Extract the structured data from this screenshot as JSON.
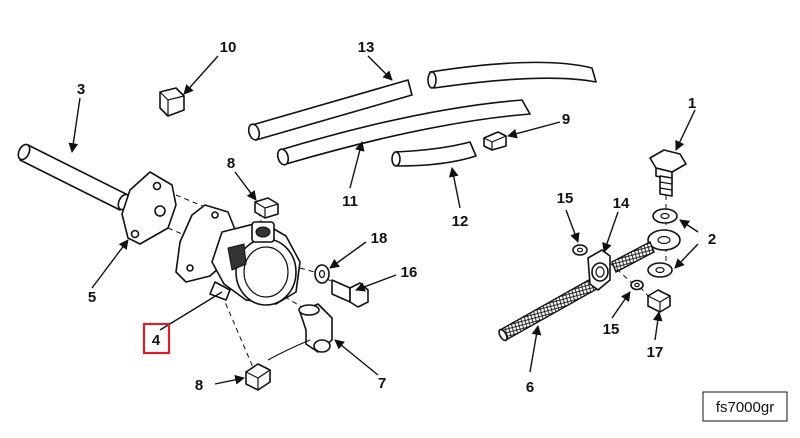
{
  "diagram": {
    "reference_code": "fs7000gr",
    "highlighted_callout": "4",
    "callouts": {
      "c1": "1",
      "c2": "2",
      "c3": "3",
      "c4": "4",
      "c5": "5",
      "c6": "6",
      "c7": "7",
      "c8a": "8",
      "c8b": "8",
      "c9": "9",
      "c10": "10",
      "c11": "11",
      "c12": "12",
      "c13": "13",
      "c14": "14",
      "c15a": "15",
      "c15b": "15",
      "c16": "16",
      "c17": "17",
      "c18": "18"
    }
  }
}
